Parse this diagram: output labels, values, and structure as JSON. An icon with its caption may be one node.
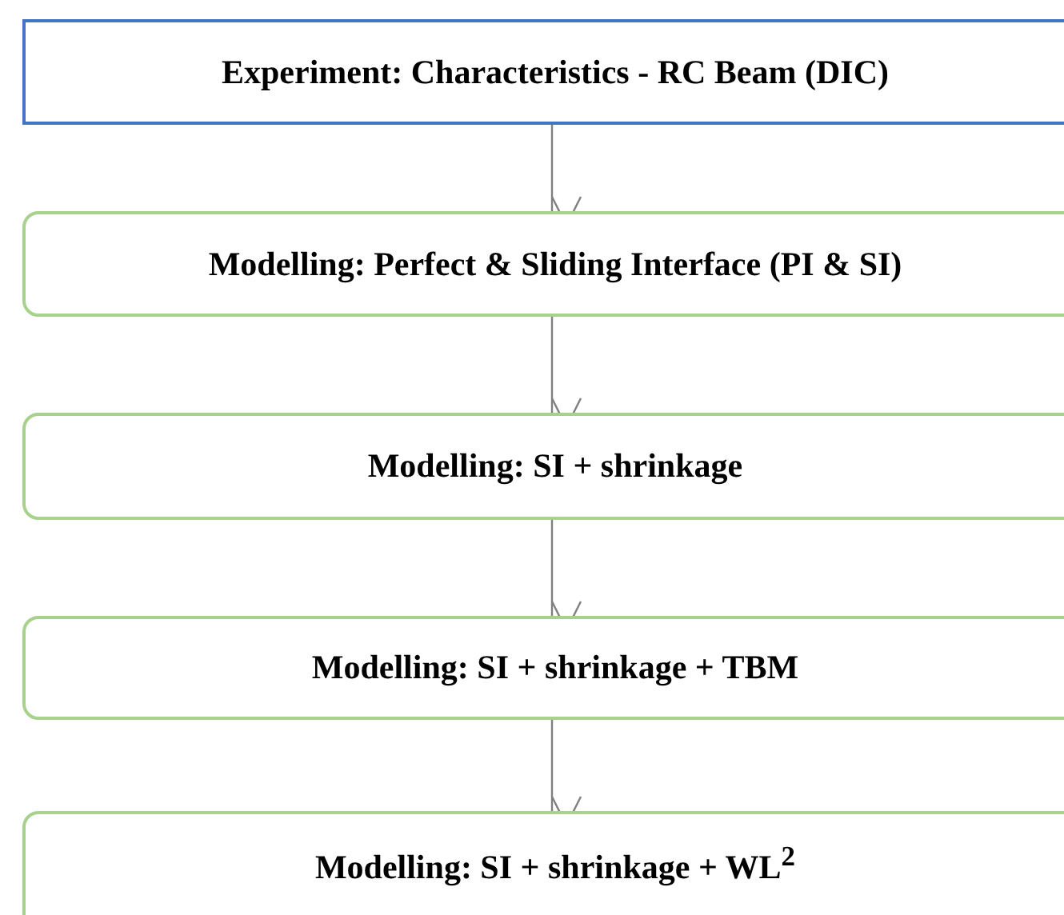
{
  "diagram": {
    "nodes": [
      {
        "text": [
          "Experiment: Characteristics - RC Beam (DIC)"
        ]
      },
      {
        "text": [
          "Modelling: Perfect & Sliding Interface (PI & SI)"
        ]
      },
      {
        "text": [
          "Modelling: SI + shrinkage"
        ]
      },
      {
        "text": [
          "Modelling: SI + shrinkage + TBM"
        ]
      },
      {
        "text": [
          "Modelling: SI + shrinkage + WL$^{2}$"
        ]
      }
    ],
    "edges": [
      {
        "from": 0,
        "to": 1,
        "arrow": "to"
      },
      {
        "from": 1,
        "to": 2,
        "arrow": "to"
      },
      {
        "from": 2,
        "to": 3,
        "arrow": "to"
      },
      {
        "from": 3,
        "to": 4,
        "arrow": "to"
      }
    ]
  }
}
